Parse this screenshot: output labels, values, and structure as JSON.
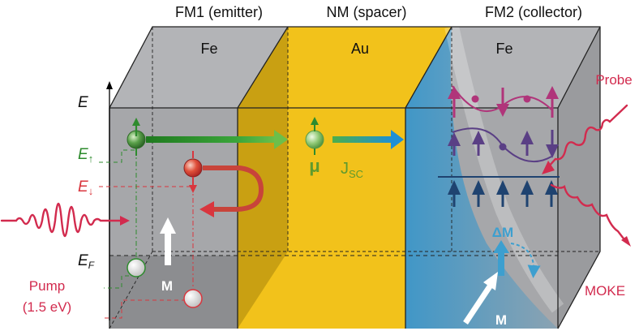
{
  "headers": {
    "emitter": "FM1 (emitter)",
    "spacer": "NM (spacer)",
    "collector": "FM2 (collector)"
  },
  "materials": {
    "emitter": "Fe",
    "spacer": "Au",
    "collector": "Fe"
  },
  "axis": {
    "energy": "E",
    "fermi_main": "E",
    "fermi_sub": "F"
  },
  "levels": {
    "up_main": "E",
    "up_sub": "↑",
    "down_main": "E",
    "down_sub": "↓"
  },
  "symbols": {
    "mu": "μ",
    "jsc_main": "J",
    "jsc_sub": "SC",
    "magnetization_fm1": "M",
    "magnetization_fm2": "M",
    "delta_m": "ΔM"
  },
  "labels": {
    "pump_line1": "Pump",
    "pump_line2": "(1.5 eV)",
    "probe": "Probe",
    "moke": "MOKE"
  },
  "colors": {
    "fe": "#a9aaad",
    "fe_dark": "#8d8e91",
    "au": "#f2c21b",
    "au_dark": "#c49b12",
    "spin_blue": "#3b96c9",
    "green": "#2e8b2e",
    "red": "#d9363e",
    "probe_red": "#d22b4e",
    "magenta": "#b0357a",
    "purple": "#5a3f85",
    "navy": "#1f4370",
    "delta_m_blue": "#3d9fcf"
  }
}
